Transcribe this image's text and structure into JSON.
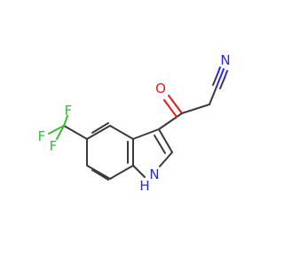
{
  "structure": {
    "atoms": {
      "oxygen": {
        "symbol": "O",
        "color": "#e8191c"
      },
      "nitrile_nitrogen": {
        "symbol": "N",
        "color": "#2a2ae0"
      },
      "indole_nitrogen": {
        "symbol": "N",
        "color": "#2a2ae0"
      },
      "indole_hydrogen": {
        "symbol": "H",
        "color": "#2a2ae0"
      },
      "fluorine_top": {
        "symbol": "F",
        "color": "#3cb83c"
      },
      "fluorine_left": {
        "symbol": "F",
        "color": "#3cb83c"
      },
      "fluorine_bottom": {
        "symbol": "F",
        "color": "#3cb83c"
      }
    },
    "bond_color": "#3a3a3a"
  }
}
